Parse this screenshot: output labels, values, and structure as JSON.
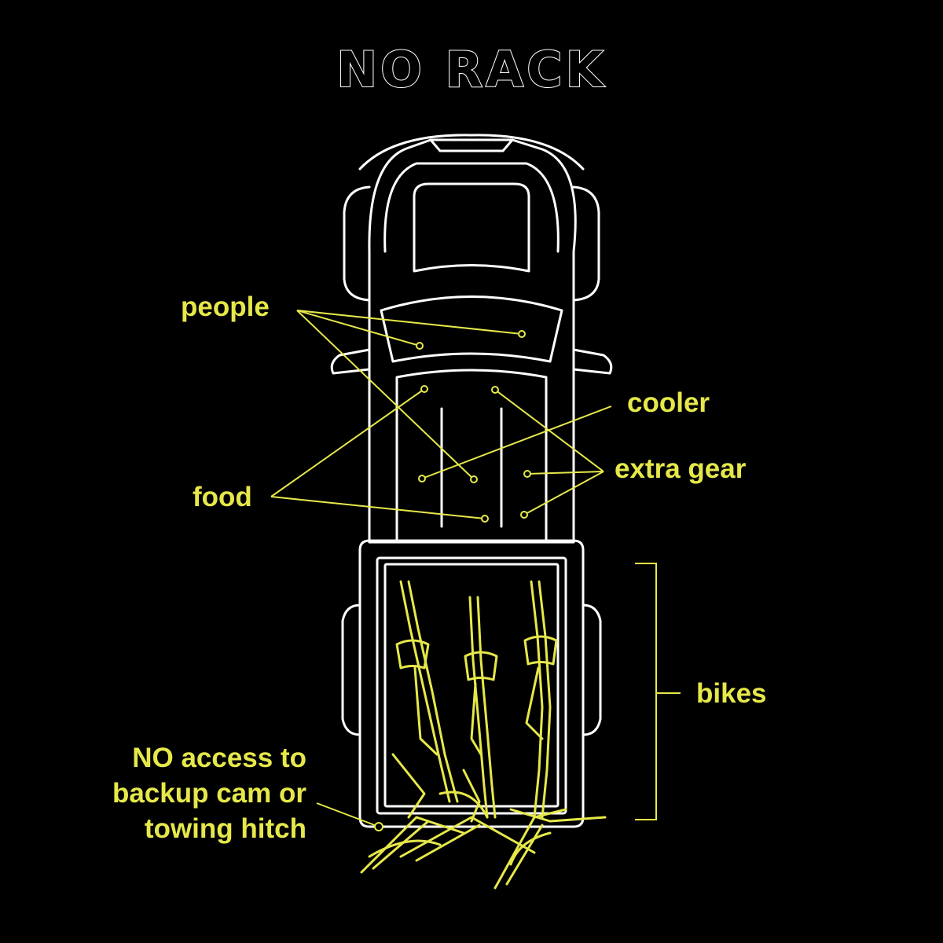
{
  "title": "NO RACK",
  "colors": {
    "background": "#000000",
    "outline": "#ffffff",
    "accent": "#e6e84a"
  },
  "labels": {
    "people": "people",
    "cooler": "cooler",
    "extra_gear": "extra gear",
    "food": "food",
    "bikes": "bikes",
    "warning": [
      "NO access to",
      "backup cam or",
      "towing hitch"
    ]
  }
}
